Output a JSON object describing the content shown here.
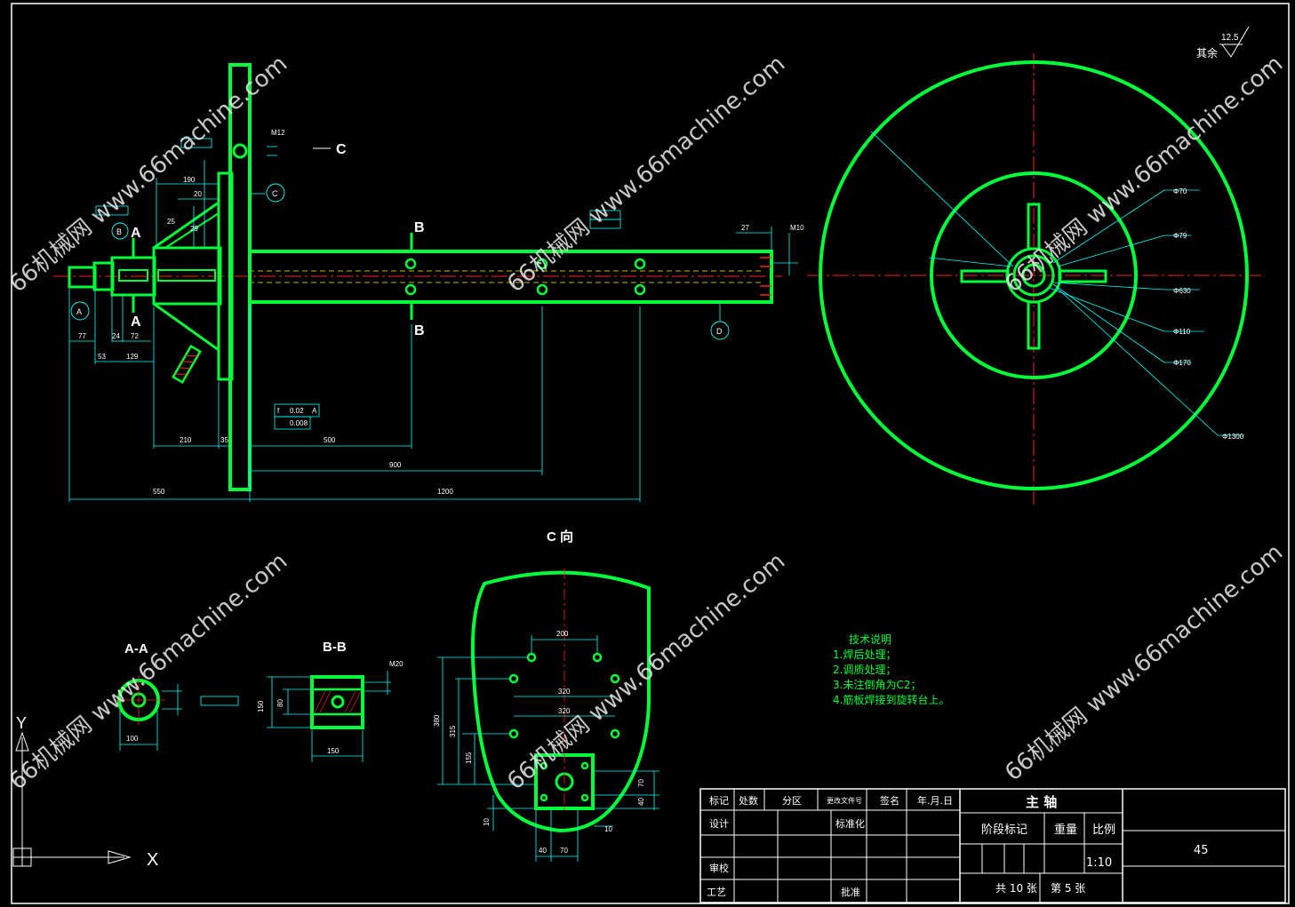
{
  "colors": {
    "background": "#000000",
    "part": "#00ff3a",
    "dimension": "#00ffff",
    "center": "#ff2020",
    "frame": "#ffffff"
  },
  "labels": {
    "section_a": "A",
    "section_b": "B",
    "view_c": "C",
    "aa_title": "A-A",
    "bb_title": "B-B",
    "c_view_title": "C 向",
    "ref_a": "A",
    "ref_b": "B",
    "ref_c": "C",
    "ref_d": "D"
  },
  "roughness": {
    "value": "12.5",
    "text": "其余"
  },
  "dims_main": [
    "190",
    "20",
    "25",
    "29",
    "77",
    "24",
    "72",
    "53",
    "129",
    "210",
    "35",
    "500",
    "900",
    "1200",
    "550",
    "27",
    "M10",
    "M12"
  ],
  "dims_top_view": [
    "Φ70",
    "Φ79",
    "Φ630",
    "Φ110",
    "Φ170",
    "Φ1300"
  ],
  "dims_aa": [
    "100"
  ],
  "dims_bb": [
    "M20",
    "150",
    "80",
    "150"
  ],
  "dims_c": [
    "200",
    "320",
    "320",
    "380",
    "315",
    "155",
    "70",
    "40",
    "10",
    "10",
    "40",
    "70"
  ],
  "tolerance_frame": [
    "f",
    "0.02",
    "A",
    "0.008"
  ],
  "tech_notes": {
    "title": "技术说明",
    "items": [
      "1.焊后处理；",
      "2.调质处理；",
      "3.未注倒角为C2；",
      "4.筋板焊接到旋转台上。"
    ]
  },
  "title_block": {
    "part_name": "主 轴",
    "material": "45",
    "h_mark": "标记",
    "h_count": "处数",
    "h_zone": "分区",
    "h_doc": "更改文件号",
    "h_sign": "签名",
    "h_date": "年.月.日",
    "r_design": "设计",
    "r_standard": "标准化",
    "r_check": "审校",
    "r_process": "工艺",
    "r_approve": "批准",
    "stage": "阶段标记",
    "weight": "重量",
    "scale_label": "比例",
    "scale": "1:10",
    "total": "共 10 张",
    "sheet": "第 5 张"
  },
  "axes": {
    "x": "X",
    "y": "Y"
  },
  "watermark": {
    "text": "66机械网 www.66machine.com"
  }
}
